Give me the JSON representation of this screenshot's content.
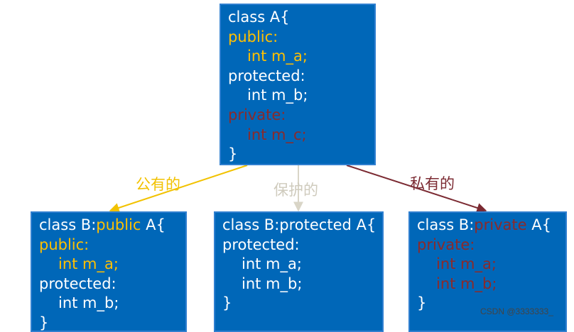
{
  "colors": {
    "box_bg": "#0067b8",
    "public": "#ffc000",
    "protected": "#ffffff",
    "private": "#8b2a2a",
    "edge_public": "#f2c200",
    "edge_protected": "#d9d5c7",
    "edge_private": "#7b2a32"
  },
  "parent": {
    "lines": [
      {
        "text": "class A{",
        "color": "#ffffff",
        "indent": false
      },
      {
        "text": "public:",
        "color": "#ffc000",
        "indent": false
      },
      {
        "text": "int m_a;",
        "color": "#ffc000",
        "indent": true
      },
      {
        "text": "protected:",
        "color": "#ffffff",
        "indent": false
      },
      {
        "text": "int m_b;",
        "color": "#ffffff",
        "indent": true
      },
      {
        "text": "private:",
        "color": "#8b2a2a",
        "indent": false
      },
      {
        "text": "int m_c;",
        "color": "#8b2a2a",
        "indent": true
      },
      {
        "text": "}",
        "color": "#ffffff",
        "indent": false
      }
    ]
  },
  "children": [
    {
      "name": "public",
      "header_prefix": "class B:",
      "header_access": "public",
      "header_suffix": " A{",
      "header_access_color": "#ffc000",
      "lines": [
        {
          "text": "public:",
          "color": "#ffc000",
          "indent": false
        },
        {
          "text": "int m_a;",
          "color": "#ffc000",
          "indent": true
        },
        {
          "text": "protected:",
          "color": "#ffffff",
          "indent": false
        },
        {
          "text": "int m_b;",
          "color": "#ffffff",
          "indent": true
        },
        {
          "text": "}",
          "color": "#ffffff",
          "indent": false
        }
      ]
    },
    {
      "name": "protected",
      "header_prefix": "class B:",
      "header_access": "protected",
      "header_suffix": " A{",
      "header_access_color": "#ffffff",
      "lines": [
        {
          "text": "protected:",
          "color": "#ffffff",
          "indent": false
        },
        {
          "text": "int m_a;",
          "color": "#ffffff",
          "indent": true
        },
        {
          "text": "int m_b;",
          "color": "#ffffff",
          "indent": true
        },
        {
          "text": "}",
          "color": "#ffffff",
          "indent": false
        }
      ]
    },
    {
      "name": "private",
      "header_prefix": "class B:",
      "header_access": "private",
      "header_suffix": " A{",
      "header_access_color": "#8b2a2a",
      "lines": [
        {
          "text": "private:",
          "color": "#8b2a2a",
          "indent": false
        },
        {
          "text": "int m_a;",
          "color": "#8b2a2a",
          "indent": true
        },
        {
          "text": "int m_b;",
          "color": "#8b2a2a",
          "indent": true
        },
        {
          "text": "}",
          "color": "#ffffff",
          "indent": false
        }
      ]
    }
  ],
  "edges": {
    "public_label": "公有的",
    "protected_label": "保护的",
    "private_label": "私有的"
  },
  "watermark": "CSDN @3333333_"
}
